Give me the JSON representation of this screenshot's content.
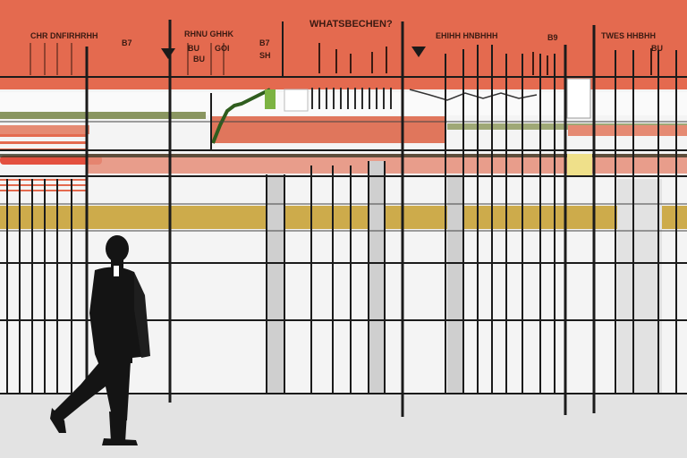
{
  "scene": {
    "heading": "WHATSBECHEN?",
    "panel_labels": [
      "CHR DNFIRHRHH",
      "RHNU GHHK",
      "EHIHH HNBHHH",
      "TWES HHBHH"
    ],
    "panel_numbers": [
      "B7",
      "BU",
      "GOI",
      "B7",
      "SH",
      "BU",
      "B9",
      "BU"
    ],
    "colors": {
      "sky_red": "#e46a4f",
      "salmon": "#e0765c",
      "gold_band": "#c9a338",
      "grid_line": "#1b1b1b",
      "floor": "#e3e3e3",
      "wall": "#f4f4f4",
      "suit": "#141414"
    },
    "figure": "businessman-walking-silhouette",
    "decorations": [
      "down-arrow-icon",
      "down-arrow-icon",
      "line-chart-sketch",
      "bar-sparkline"
    ]
  }
}
